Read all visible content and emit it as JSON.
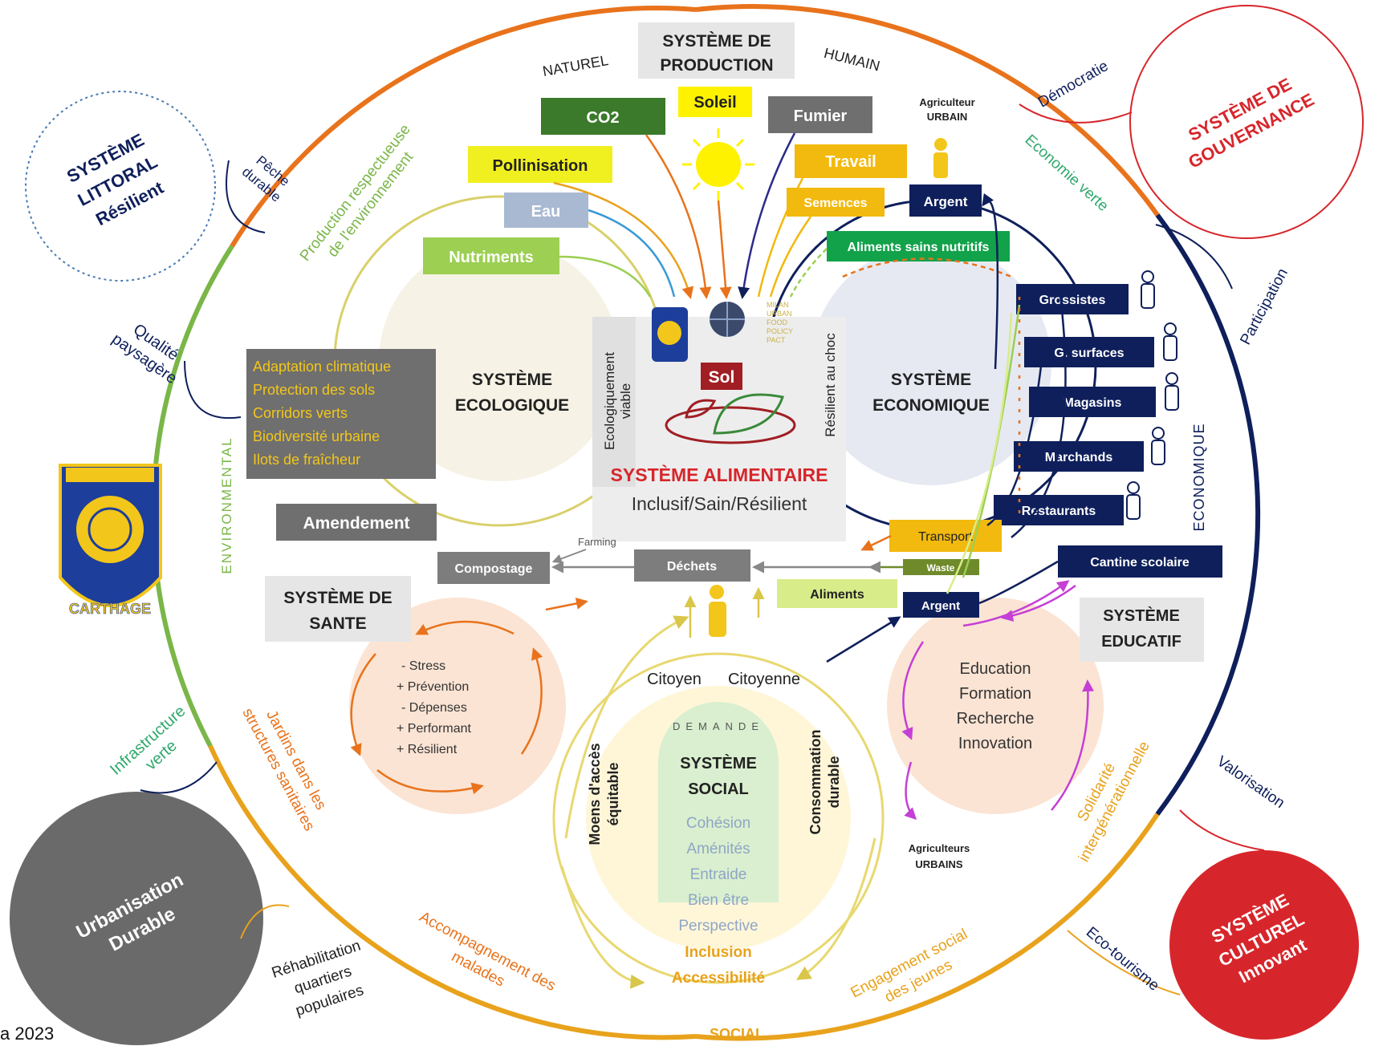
{
  "outer_labels": {
    "naturel": "NATUREL",
    "humain": "HUMAIN",
    "production_line1": "SYSTÈME DE",
    "production_line2": "PRODUCTION",
    "environmental": "ENVIRONMENTAL",
    "economique": "ECONOMIQUE",
    "social": "SOCIAL"
  },
  "side_systems": {
    "littoral": [
      "SYSTÈME",
      "LITTORAL",
      "Résilient"
    ],
    "gouvernance": [
      "SYSTÈME DE",
      "GOUVERNANCE"
    ],
    "urbanisation": [
      "Urbanisation",
      "Durable"
    ],
    "culturel": [
      "SYSTÈME",
      "CULTUREL",
      "Innovant"
    ]
  },
  "ring_labels": {
    "peche": [
      "Pêche",
      "durable"
    ],
    "qualite": [
      "Qualité",
      "paysagère"
    ],
    "infrastructure": [
      "Infrastructure",
      "verte"
    ],
    "rehabilitation": [
      "Réhabilitation",
      "quartiers",
      "populaires"
    ],
    "democratie": "Démocratie",
    "participation": "Participation",
    "valorisation": "Valorisation",
    "ecotourisme": "Eco-tourisme",
    "production_respect": [
      "Production respectueuse",
      "de l'environnement"
    ],
    "economie_verte": "Economie verte",
    "jardins": [
      "Jardins dans les",
      "structures sanitaires"
    ],
    "accompagnement": [
      "Accompagnement des",
      "malades"
    ],
    "engagement": [
      "Engagement social",
      "des jeunes"
    ],
    "solidarite": [
      "Solidarité",
      "intergénérationnelle"
    ]
  },
  "inputs": {
    "soleil": "Soleil",
    "co2": "CO2",
    "fumier": "Fumier",
    "pollinisation": "Pollinisation",
    "travail": "Travail",
    "semences": "Semences",
    "eau": "Eau",
    "argent": "Argent",
    "aliments_sains": "Aliments sains nutritifs",
    "nutriments": "Nutriments",
    "agriculteur": [
      "Agriculteur",
      "URBAIN"
    ]
  },
  "ecologique": {
    "title": [
      "SYSTÈME",
      "ECOLOGIQUE"
    ],
    "items": [
      "Adaptation climatique",
      "Protection des sols",
      "Corridors verts",
      "Biodiversité urbaine",
      "Ilots de fraîcheur"
    ],
    "amendement": "Amendement",
    "compostage": "Compostage",
    "farming": "Farming"
  },
  "alimentaire": {
    "left_vertical": [
      "Ecologiquement",
      "viable"
    ],
    "right_vertical": "Résilient au choc",
    "sol": "Sol",
    "title": "SYSTÈME ALIMENTAIRE",
    "subtitle": "Inclusif/Sain/Résilient",
    "logo_text": [
      "MILAN",
      "URBAN",
      "FOOD",
      "POLICY",
      "PACT"
    ]
  },
  "economique": {
    "title": [
      "SYSTÈME",
      "ECONOMIQUE"
    ],
    "actors": [
      "Grossistes",
      "G. surfaces",
      "Magasins",
      "Marchands",
      "Restaurants"
    ],
    "cantine": "Cantine scolaire",
    "transport": "Transport",
    "waste": "Waste",
    "argent2": "Argent",
    "aliments": "Aliments",
    "dechets": "Déchets"
  },
  "sante": {
    "title": [
      "SYSTÈME DE",
      "SANTE"
    ],
    "items": [
      "- Stress",
      "+ Prévention",
      "- Dépenses",
      "+ Performant",
      "+ Résilient"
    ]
  },
  "social": {
    "citoyen": "Citoyen",
    "citoyenne": "Citoyenne",
    "demande": "DEMANDE",
    "title": [
      "SYSTÈME",
      "SOCIAL"
    ],
    "left_vertical": [
      "Moens d'accès",
      "équitable"
    ],
    "right_vertical": [
      "Consommation",
      "durable"
    ],
    "values": [
      "Cohésion",
      "Aménités",
      "Entraide",
      "Bien être",
      "Perspective",
      "Inclusion",
      "Accessibilité"
    ]
  },
  "educatif": {
    "title": [
      "SYSTÈME",
      "EDUCATIF"
    ],
    "items": [
      "Education",
      "Formation",
      "Recherche",
      "Innovation"
    ],
    "agriculteurs": [
      "Agriculteurs",
      "URBAINS"
    ]
  },
  "carthage_logo": "CARTHAGE",
  "caption": "a 2023",
  "colors": {
    "green_ring": "#7ab648",
    "orange_ring": "#e8731c",
    "navy": "#0e1f5b",
    "social_ring": "#f2c61b",
    "red_culture": "#d7262b",
    "grey_urban": "#6a6a6a"
  }
}
